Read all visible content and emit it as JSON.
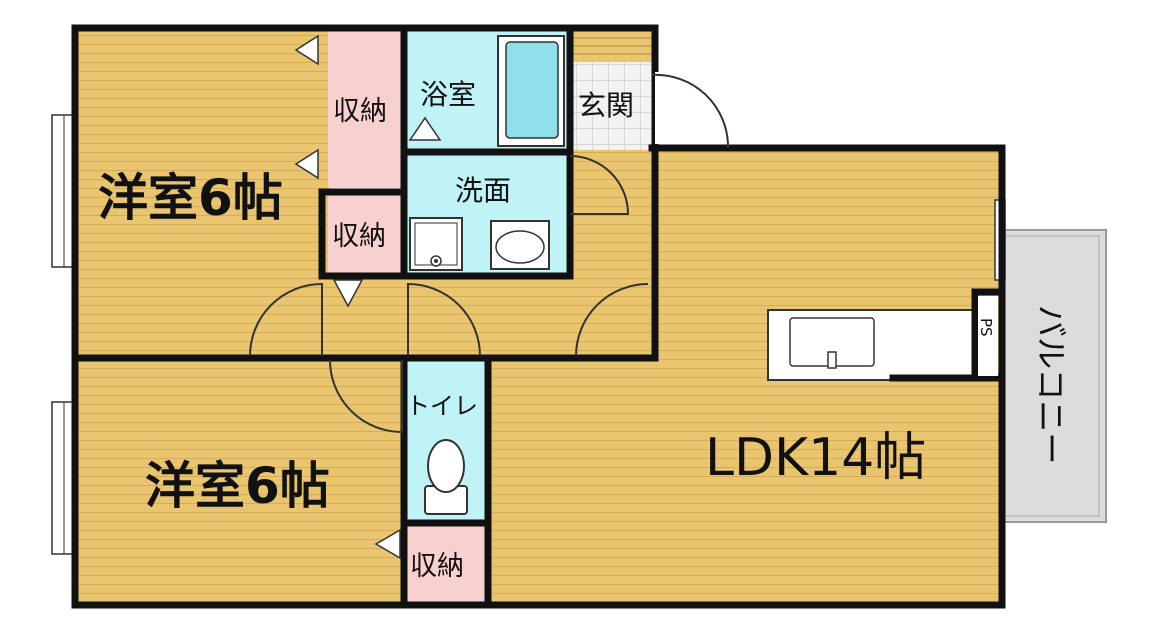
{
  "rooms": {
    "western_room_top": "洋室6帖",
    "western_room_bottom": "洋室6帖",
    "ldk": "LDK14帖",
    "storage_top": "収納",
    "storage_middle": "収納",
    "storage_bottom": "収納",
    "bathroom": "浴室",
    "entrance": "玄関",
    "washroom": "洗面",
    "toilet": "トイレ",
    "balcony": "バルコニー",
    "pipe_space": "PS"
  },
  "colors": {
    "floor_wood": "#e8c56e",
    "floor_line": "#d8b057",
    "storage": "#f9d0d0",
    "wet_area": "#bff3f6",
    "bathtub": "#8fe0ea",
    "entrance_tile": "#ececec",
    "balcony": "#dcdcdc",
    "wall": "#111111"
  }
}
